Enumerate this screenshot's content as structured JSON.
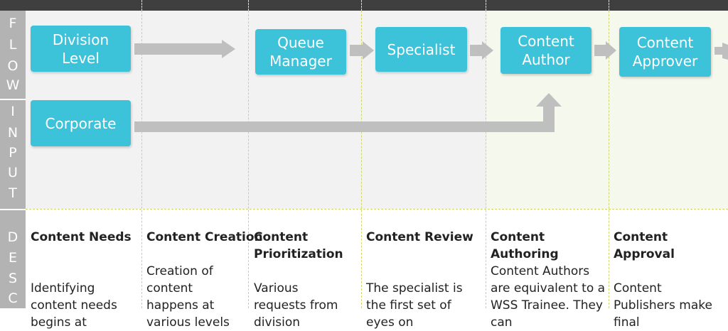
{
  "row_labels": {
    "flow": [
      "F",
      "L",
      "O",
      "W"
    ],
    "input": [
      "I",
      "N",
      "P",
      "U",
      "T"
    ],
    "desc": [
      "D",
      "E",
      "S",
      "C"
    ]
  },
  "boxes": {
    "division": "Division\nLevel",
    "corporate": "Corporate",
    "queue_manager": "Queue\nManager",
    "specialist": "Specialist",
    "content_author": "Content\nAuthor",
    "content_approver": "Content\nApprover"
  },
  "descriptions": [
    {
      "title": "Content Needs",
      "body": "Identifying content needs begins at"
    },
    {
      "title": "Content Creation",
      "body": "Creation of content happens at various levels"
    },
    {
      "title": "Content Prioritization",
      "body": "Various requests from division"
    },
    {
      "title": "Content Review",
      "body": "The specialist is the first set of eyes on"
    },
    {
      "title": "Content Authoring",
      "body": "Content Authors are equivalent to a WSS Trainee. They can"
    },
    {
      "title": "Content Approval",
      "body": "Content Publishers make final"
    }
  ],
  "colors": {
    "box": "#3cc3d9",
    "arrow": "#bfbfbf",
    "header": "#3f3f3f",
    "row_label": "#b3b3b3"
  }
}
